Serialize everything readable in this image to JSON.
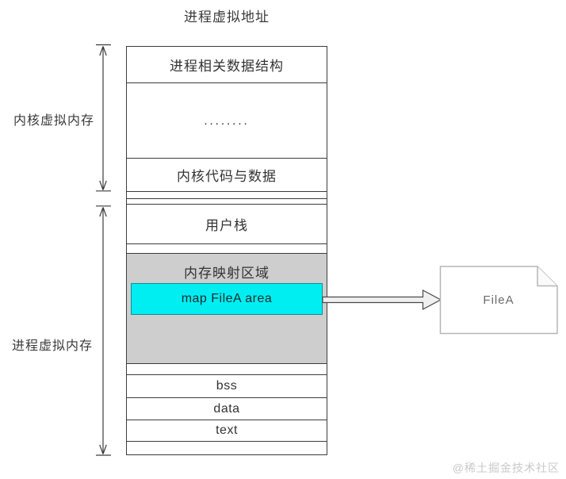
{
  "title": "进程虚拟地址",
  "side_labels": {
    "kernel": "内核虚拟内存",
    "process": "进程虚拟内存"
  },
  "memory_column": {
    "process_data_struct": "进程相关数据结构",
    "dots": "........",
    "kernel_code_data": "内核代码与数据",
    "user_stack": "用户栈",
    "mmap_region_label": "内存映射区域",
    "map_filea_area": "map FileA area",
    "bss": "bss",
    "data": "data",
    "text": "text"
  },
  "file_node": {
    "label": "FileA"
  },
  "watermark": "@稀土掘金技术社区",
  "colors": {
    "mmap_region_bg": "#cecece",
    "map_area_bg": "#00eef2",
    "map_area_border": "#0a8e96",
    "box_border": "#3c3c3c",
    "file_border": "#b5b5b5",
    "watermark_text": "#c9c9c9"
  }
}
